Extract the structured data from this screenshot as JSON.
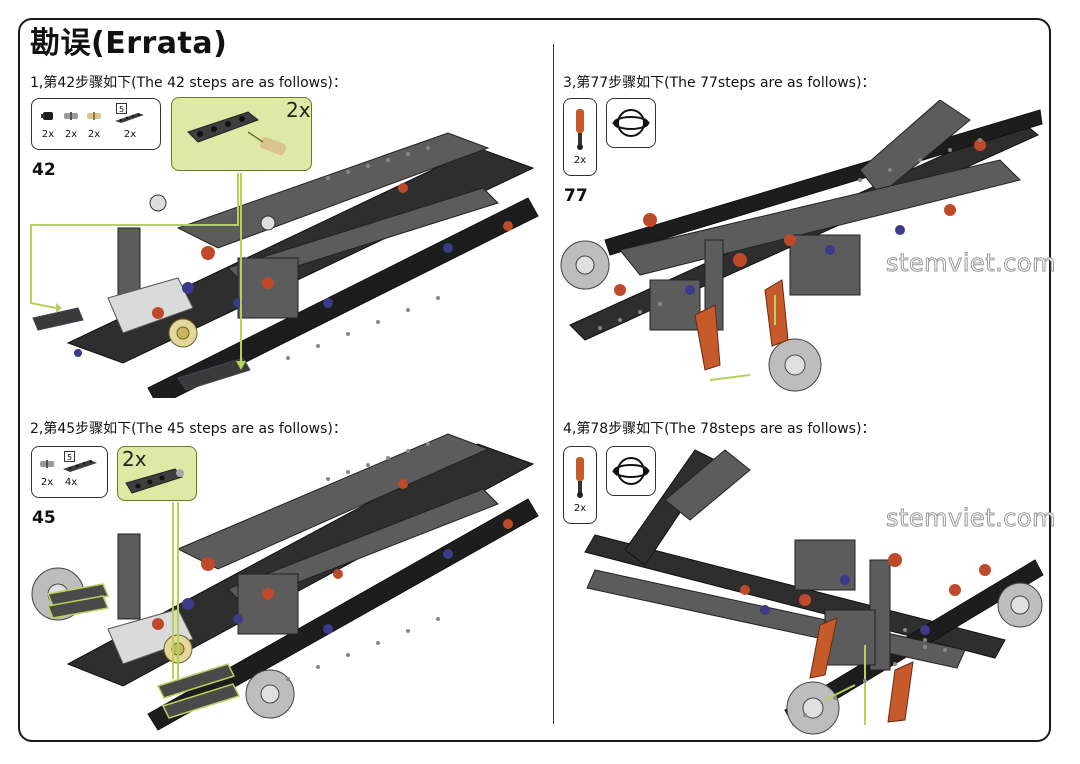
{
  "title": "勘误(Errata)",
  "watermark": "stemviet.com",
  "panels": [
    {
      "heading": "1,第42步骤如下(The 42 steps are as follows)：",
      "step": "42",
      "parts": [
        {
          "icon": "connector-peg-black-icon",
          "qty": "2x"
        },
        {
          "icon": "axle-pin-grey-icon",
          "qty": "2x"
        },
        {
          "icon": "axle-pin-tan-icon",
          "qty": "2x"
        },
        {
          "icon": "beam-5-dark-grey-icon",
          "qty": "2x",
          "length": "5"
        }
      ],
      "callout_mult": "2x"
    },
    {
      "heading": "2,第45步骤如下(The 45 steps are as follows)：",
      "step": "45",
      "parts": [
        {
          "icon": "axle-pin-grey-icon",
          "qty": "2x"
        },
        {
          "icon": "beam-5-dark-grey-icon",
          "qty": "4x",
          "length": "5"
        }
      ],
      "callout_mult": "2x"
    },
    {
      "heading": "3,第77步骤如下(The 77steps are as follows)：",
      "step": "77",
      "parts": [
        {
          "icon": "shock-absorber-orange-icon",
          "qty": "2x"
        }
      ]
    },
    {
      "heading": "4,第78步骤如下(The 78steps are as follows)：",
      "step": "78",
      "parts": [
        {
          "icon": "shock-absorber-orange-icon",
          "qty": "2x"
        }
      ]
    }
  ]
}
